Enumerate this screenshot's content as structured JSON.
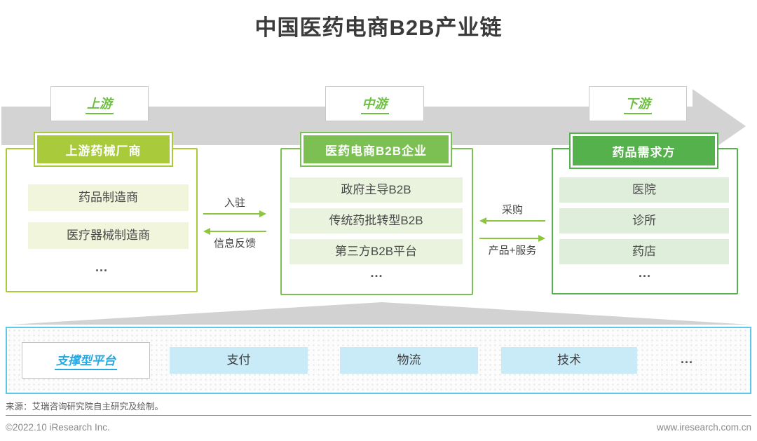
{
  "title": "中国医药电商B2B产业链",
  "stages": [
    {
      "label": "上游"
    },
    {
      "label": "中游"
    },
    {
      "label": "下游"
    }
  ],
  "groups": [
    {
      "header": "上游药械厂商",
      "items": [
        "药品制造商",
        "医疗器械制造商"
      ],
      "more": "..."
    },
    {
      "header": "医药电商B2B企业",
      "items": [
        "政府主导B2B",
        "传统药批转型B2B",
        "第三方B2B平台"
      ],
      "more": "..."
    },
    {
      "header": "药品需求方",
      "items": [
        "医院",
        "诊所",
        "药店"
      ],
      "more": "..."
    }
  ],
  "flows": {
    "left_mid": {
      "forward": "入驻",
      "backward": "信息反馈"
    },
    "mid_right": {
      "backward": "采购",
      "forward": "产品+服务"
    }
  },
  "support_band": {
    "label": "支撑型平台",
    "items": [
      "支付",
      "物流",
      "技术"
    ],
    "more": "..."
  },
  "source_note": "来源：艾瑞咨询研究院自主研究及绘制。",
  "footer": {
    "left": "©2022.10 iResearch Inc.",
    "right": "www.iresearch.com.cn"
  },
  "colors": {
    "upstream_green": "#a9cb3b",
    "midstream_green": "#7cc053",
    "downstream_green": "#55b14b",
    "upstream_item_bg": "#f0f5dc",
    "midstream_item_bg": "#eaf3de",
    "downstream_item_bg": "#dfeeda",
    "stage_label_green": "#6fbe44",
    "flow_arrow_green": "#8cc63f",
    "band_border_blue": "#5ec7ea",
    "band_item_blue": "#c9ebf8",
    "support_label_blue": "#29a8e0",
    "chain_arrow_gray": "#d3d3d3"
  }
}
